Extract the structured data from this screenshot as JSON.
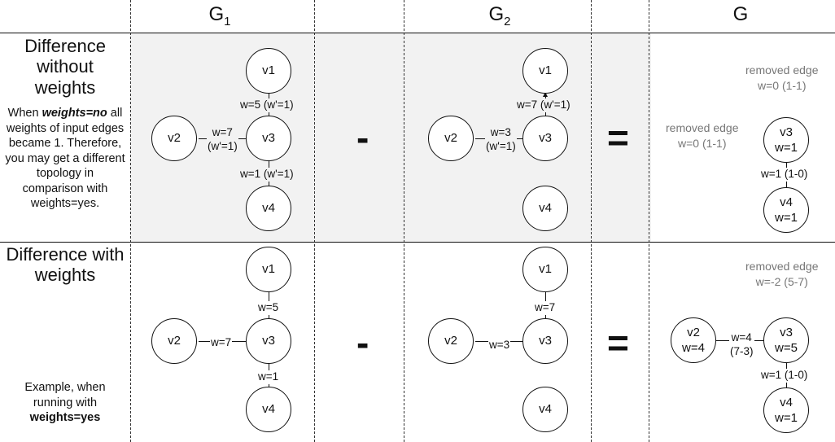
{
  "headers": {
    "g1": "G",
    "g1_sub": "1",
    "g2": "G",
    "g2_sub": "2",
    "g": "G"
  },
  "row1": {
    "title": "Difference without weights",
    "desc_pre": "When ",
    "desc_em": "weights=no",
    "desc_post": " all weights of input edges became 1. Therefore, you may get a different topology in comparison with weights=yes.",
    "g1": {
      "nodes": {
        "v1": "v1",
        "v2": "v2",
        "v3": "v3",
        "v4": "v4"
      },
      "e13": "w=5 (w'=1)",
      "e23_a": "w=7",
      "e23_b": "(w'=1)",
      "e34": "w=1 (w'=1)"
    },
    "minus": "-",
    "g2": {
      "nodes": {
        "v1": "v1",
        "v2": "v2",
        "v3": "v3",
        "v4": "v4"
      },
      "e13": "w=7 (w'=1)",
      "e23_a": "w=3",
      "e23_b": "(w'=1)"
    },
    "equals": "=",
    "g": {
      "removed1_a": "removed edge",
      "removed1_b": "w=0 (1-1)",
      "removed2_a": "removed edge",
      "removed2_b": "w=0 (1-1)",
      "v3": "v3",
      "v3w": "w=1",
      "v4": "v4",
      "v4w": "w=1",
      "e34": "w=1 (1-0)"
    }
  },
  "row2": {
    "title": "Difference with weights",
    "note_pre": "Example, when running with",
    "note_strong": "weights=yes",
    "g1": {
      "nodes": {
        "v1": "v1",
        "v2": "v2",
        "v3": "v3",
        "v4": "v4"
      },
      "e13": "w=5",
      "e23": "w=7",
      "e34": "w=1"
    },
    "minus": "-",
    "g2": {
      "nodes": {
        "v1": "v1",
        "v2": "v2",
        "v3": "v3",
        "v4": "v4"
      },
      "e13": "w=7",
      "e23": "w=3"
    },
    "equals": "=",
    "g": {
      "removed_a": "removed edge",
      "removed_b": "w=-2 (5-7)",
      "v2": "v2",
      "v2w": "w=4",
      "v3": "v3",
      "v3w": "w=5",
      "v4": "v4",
      "v4w": "w=1",
      "e23_a": "w=4",
      "e23_b": "(7-3)",
      "e34": "w=1 (1-0)"
    }
  }
}
